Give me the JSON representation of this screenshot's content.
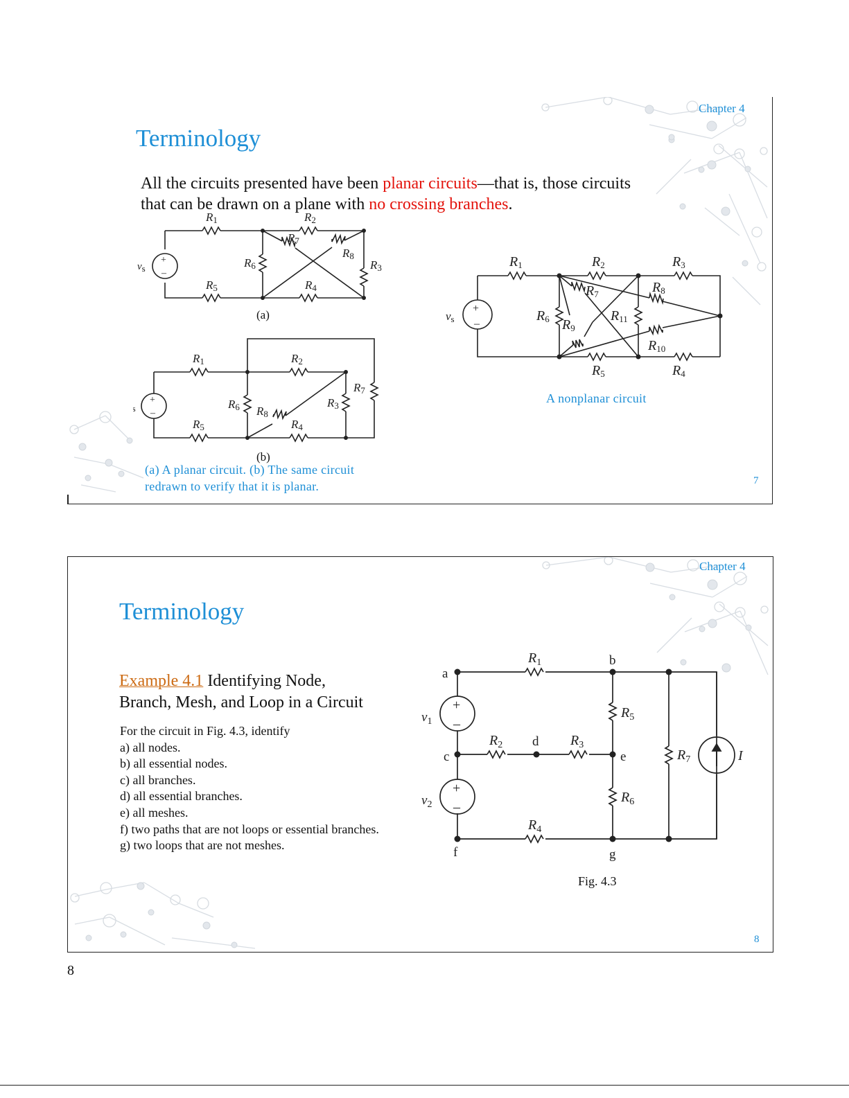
{
  "slide1": {
    "chapter": "Chapter 4",
    "title": "Terminology",
    "text_a": "All the circuits presented have been ",
    "text_red_a": "planar circuits",
    "text_b": "—that is, those circuits",
    "text_c": "that can be drawn on a plane with ",
    "text_red_b": "no crossing branches",
    "text_d": ".",
    "label_a": "(a)",
    "label_b": "(b)",
    "caption_line1": "(a) A planar circuit. (b) The same circuit",
    "caption_line2": "redrawn to verify that it is planar.",
    "nonplanar_caption": "A nonplanar circuit",
    "page_number": "7"
  },
  "slide2": {
    "chapter": "Chapter 4",
    "title": "Terminology",
    "example_link": "Example 4.1",
    "example_title_1": " Identifying Node,",
    "example_title_2": "Branch, Mesh, and Loop in a Circuit",
    "intro": "For the circuit in Fig. 4.3, identify",
    "items": [
      "a) all nodes.",
      "b) all essential nodes.",
      "c) all branches.",
      "d) all essential branches.",
      "e) all meshes.",
      "f) two paths that are not loops or essential branches.",
      "g) two loops that are not meshes."
    ],
    "figure_caption": "Fig. 4.3",
    "nodes": [
      "a",
      "b",
      "c",
      "d",
      "e",
      "f",
      "g"
    ],
    "page_number": "8"
  },
  "footer_page_number": "8",
  "circuit_labels": {
    "vs": "v",
    "vs_sub": "s",
    "v1_sub": "1",
    "v2_sub": "2",
    "R": "R",
    "I": "I",
    "plus": "+",
    "minus": "–",
    "subs": [
      "1",
      "2",
      "3",
      "4",
      "5",
      "6",
      "7",
      "8",
      "9",
      "10",
      "11"
    ]
  },
  "colors": {
    "title_blue": "#1e8fd6",
    "emphasis_red": "#e3120b",
    "link_orange": "#cc6a12"
  }
}
